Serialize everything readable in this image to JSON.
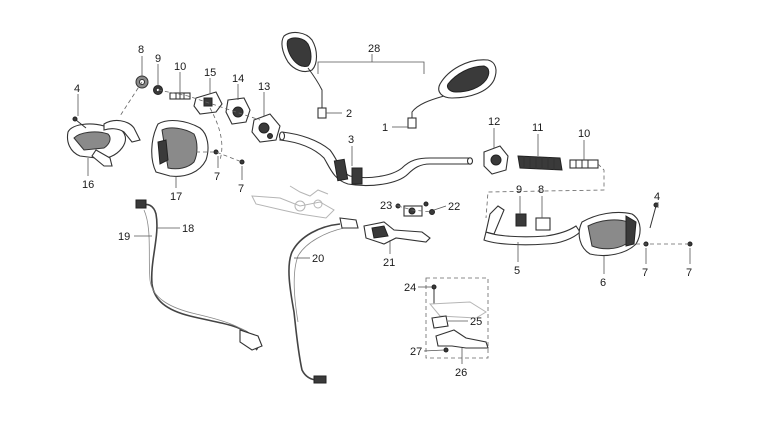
{
  "callouts": [
    {
      "id": "c1",
      "text": "1"
    },
    {
      "id": "c2",
      "text": "2"
    },
    {
      "id": "c3",
      "text": "3"
    },
    {
      "id": "c4a",
      "text": "4"
    },
    {
      "id": "c4b",
      "text": "4"
    },
    {
      "id": "c5",
      "text": "5"
    },
    {
      "id": "c6",
      "text": "6"
    },
    {
      "id": "c7a",
      "text": "7"
    },
    {
      "id": "c7b",
      "text": "7"
    },
    {
      "id": "c7c",
      "text": "7"
    },
    {
      "id": "c7d",
      "text": "7"
    },
    {
      "id": "c8a",
      "text": "8"
    },
    {
      "id": "c8b",
      "text": "8"
    },
    {
      "id": "c9a",
      "text": "9"
    },
    {
      "id": "c9b",
      "text": "9"
    },
    {
      "id": "c10a",
      "text": "10"
    },
    {
      "id": "c10b",
      "text": "10"
    },
    {
      "id": "c11",
      "text": "11"
    },
    {
      "id": "c12",
      "text": "12"
    },
    {
      "id": "c13",
      "text": "13"
    },
    {
      "id": "c14",
      "text": "14"
    },
    {
      "id": "c15",
      "text": "15"
    },
    {
      "id": "c16",
      "text": "16"
    },
    {
      "id": "c17",
      "text": "17"
    },
    {
      "id": "c18",
      "text": "18"
    },
    {
      "id": "c19",
      "text": "19"
    },
    {
      "id": "c20",
      "text": "20"
    },
    {
      "id": "c21",
      "text": "21"
    },
    {
      "id": "c22",
      "text": "22"
    },
    {
      "id": "c23",
      "text": "23"
    },
    {
      "id": "c24",
      "text": "24"
    },
    {
      "id": "c25",
      "text": "25"
    },
    {
      "id": "c26",
      "text": "26"
    },
    {
      "id": "c27",
      "text": "27"
    },
    {
      "id": "c28",
      "text": "28"
    }
  ]
}
